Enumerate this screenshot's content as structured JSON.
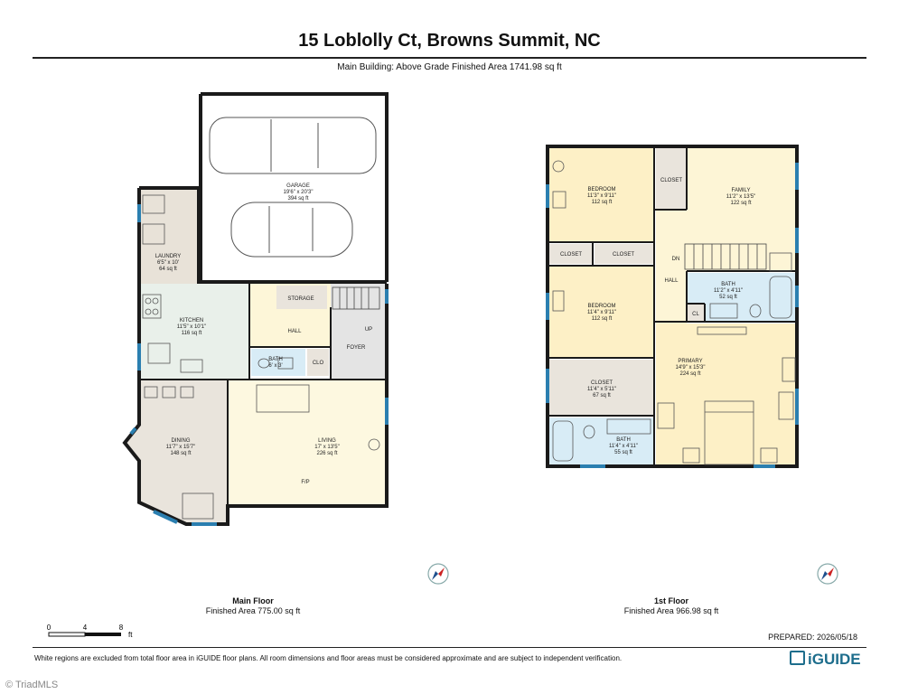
{
  "header": {
    "address": "15 Loblolly Ct, Browns Summit, NC",
    "summary": "Main Building: Above Grade Finished Area 1741.98 sq ft"
  },
  "colors": {
    "wall": "#1a1a1a",
    "window": "#2b7fb0",
    "garage": "#ffffff",
    "laundry": "#e8e2d8",
    "kitchen": "#e9f0ea",
    "hall": "#fdf6d8",
    "foyer": "#e4e4e4",
    "bath": "#d8ecf6",
    "dining": "#e9e4dc",
    "living": "#fdf8e0",
    "storage": "#e9e4dc",
    "bedroom": "#fdf0c6",
    "closet": "#e9e4dc",
    "family": "#fdf5d6",
    "primary": "#fdf0c6"
  },
  "main_floor": {
    "name": "Main Floor",
    "area": "Finished Area 775.00 sq ft",
    "rooms": [
      {
        "name": "GARAGE",
        "dims": "19'6\" x 20'3\"",
        "area": "394 sq ft"
      },
      {
        "name": "LAUNDRY",
        "dims": "6'5\" x 10'",
        "area": "64 sq ft"
      },
      {
        "name": "KITCHEN",
        "dims": "11'5\" x 10'1\"",
        "area": "116 sq ft"
      },
      {
        "name": "STORAGE"
      },
      {
        "name": "HALL"
      },
      {
        "name": "UP"
      },
      {
        "name": "FOYER"
      },
      {
        "name": "BATH",
        "dims": "6' x 3'"
      },
      {
        "name": "CLO"
      },
      {
        "name": "DINING",
        "dims": "11'7\" x 15'7\"",
        "area": "148 sq ft"
      },
      {
        "name": "LIVING",
        "dims": "17' x 13'5\"",
        "area": "226 sq ft"
      },
      {
        "name": "F/P"
      }
    ]
  },
  "first_floor": {
    "name": "1st Floor",
    "area": "Finished Area 966.98 sq ft",
    "rooms": [
      {
        "name": "BEDROOM",
        "dims": "11'3\" x 9'11\"",
        "area": "112 sq ft"
      },
      {
        "name": "CLOSET"
      },
      {
        "name": "FAMILY",
        "dims": "11'2\" x 13'5\"",
        "area": "122 sq ft"
      },
      {
        "name": "CLOSET"
      },
      {
        "name": "CLOSET"
      },
      {
        "name": "DN"
      },
      {
        "name": "HALL"
      },
      {
        "name": "BATH",
        "dims": "11'2\" x 4'11\"",
        "area": "52 sq ft"
      },
      {
        "name": "CL"
      },
      {
        "name": "BEDROOM",
        "dims": "11'4\" x 9'11\"",
        "area": "112 sq ft"
      },
      {
        "name": "PRIMARY",
        "dims": "14'9\" x 15'3\"",
        "area": "224 sq ft"
      },
      {
        "name": "CLOSET",
        "dims": "11'4\" x 5'11\"",
        "area": "67 sq ft"
      },
      {
        "name": "BATH",
        "dims": "11'4\" x 4'11\"",
        "area": "55 sq ft"
      }
    ]
  },
  "scale": {
    "ticks": [
      "0",
      "4",
      "8"
    ],
    "unit": "ft"
  },
  "prepared": "PREPARED: 2026/05/18",
  "disclaimer": "White regions are excluded from total floor area in iGUIDE floor plans. All room dimensions and floor areas must be considered approximate and are subject to independent verification.",
  "brand": "iGUIDE",
  "watermark": "© TriadMLS",
  "icons": [
    "compass-icon",
    "car-icon",
    "bathtub-icon",
    "toilet-icon",
    "sink-icon",
    "bed-icon",
    "sofa-icon",
    "stairs-icon",
    "stove-icon",
    "fireplace-icon"
  ]
}
